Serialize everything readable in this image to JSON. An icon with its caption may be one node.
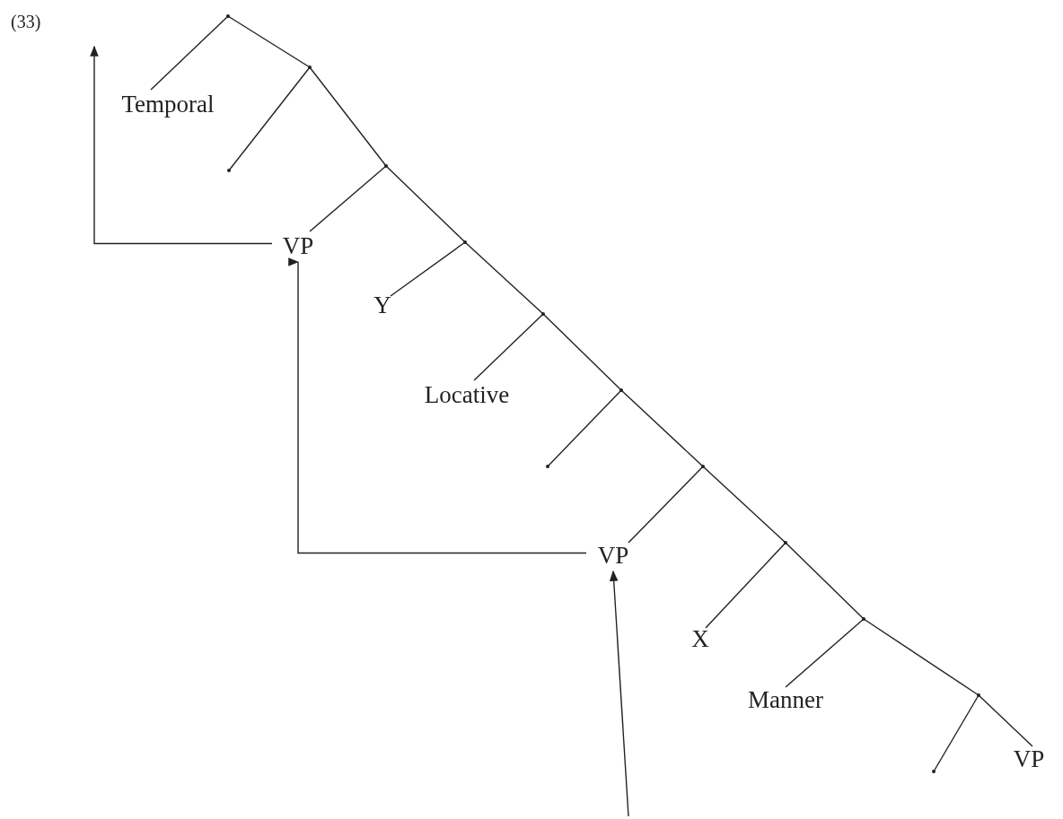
{
  "diagram": {
    "nodes": [
      {
        "text": [],
        "shape": "point"
      },
      {
        "text": [
          "Temporal"
        ]
      },
      {
        "text": [],
        "shape": "point"
      },
      {
        "text": [],
        "shape": "point"
      },
      {
        "text": [],
        "shape": "point"
      },
      {
        "text": [
          "VP"
        ]
      },
      {
        "text": [],
        "shape": "point"
      },
      {
        "text": [
          "Y"
        ]
      },
      {
        "text": [],
        "shape": "point"
      },
      {
        "text": [
          "Locative"
        ]
      },
      {
        "text": [],
        "shape": "point"
      },
      {
        "text": [],
        "shape": "point"
      },
      {
        "text": [],
        "shape": "point"
      },
      {
        "text": [
          "VP"
        ]
      },
      {
        "text": [],
        "shape": "point"
      },
      {
        "text": [
          "X"
        ]
      },
      {
        "text": [],
        "shape": "point"
      },
      {
        "text": [
          "Manner"
        ]
      },
      {
        "text": [],
        "shape": "point"
      },
      {
        "text": [],
        "shape": "point"
      },
      {
        "text": [
          "VP"
        ]
      }
    ],
    "edges": [
      {
        "from": 0,
        "to": 1,
        "arrow": "none"
      },
      {
        "from": 0,
        "to": 2,
        "arrow": "none"
      },
      {
        "from": 2,
        "to": 3,
        "arrow": "none"
      },
      {
        "from": 2,
        "to": 4,
        "arrow": "none"
      },
      {
        "from": 4,
        "to": 5,
        "arrow": "none"
      },
      {
        "from": 4,
        "to": 6,
        "arrow": "none"
      },
      {
        "from": 6,
        "to": 7,
        "arrow": "none"
      },
      {
        "from": 6,
        "to": 8,
        "arrow": "none"
      },
      {
        "from": 8,
        "to": 9,
        "arrow": "none"
      },
      {
        "from": 8,
        "to": 10,
        "arrow": "none"
      },
      {
        "from": 10,
        "to": 11,
        "arrow": "none"
      },
      {
        "from": 10,
        "to": 12,
        "arrow": "none"
      },
      {
        "from": 12,
        "to": 13,
        "arrow": "none"
      },
      {
        "from": 12,
        "to": 14,
        "arrow": "none"
      },
      {
        "from": 14,
        "to": 15,
        "arrow": "none"
      },
      {
        "from": 14,
        "to": 16,
        "arrow": "none"
      },
      {
        "from": 16,
        "to": 17,
        "arrow": "none"
      },
      {
        "from": 16,
        "to": 18,
        "arrow": "none"
      },
      {
        "from": 18,
        "to": 19,
        "arrow": "none"
      },
      {
        "from": 18,
        "to": 20,
        "arrow": "none"
      },
      {
        "from": null,
        "to": 13,
        "arrow": "to"
      },
      {
        "from": 13,
        "to": 5,
        "arrow": "to"
      },
      {
        "from": 5,
        "to": null,
        "arrow": "to"
      }
    ],
    "labels": [
      "(33)"
    ]
  }
}
